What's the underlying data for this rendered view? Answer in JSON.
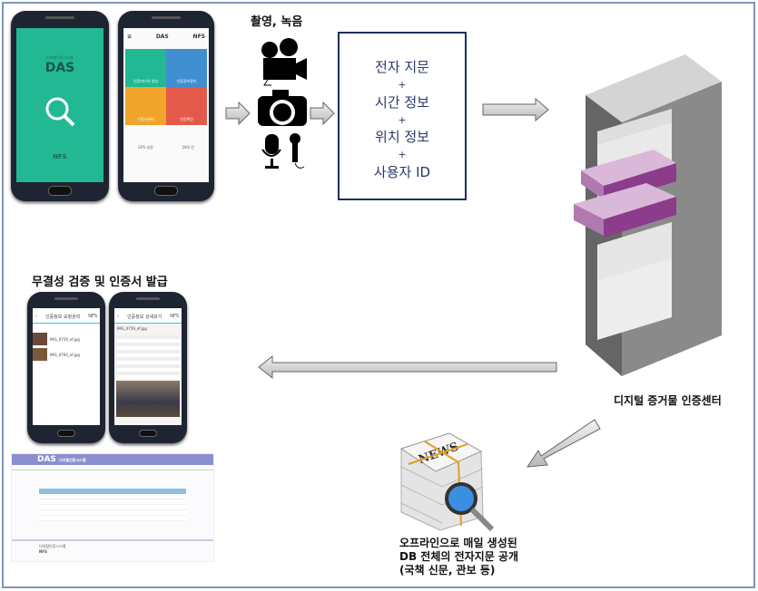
{
  "capture_label": "촬영, 녹음",
  "fingerprint_box": {
    "lines": [
      "전자 지문",
      "+",
      "시간 정보",
      "+",
      "위치 정보",
      "+",
      "사용자 ID"
    ]
  },
  "phone_splash": {
    "subtitle": "디지털인증시스템",
    "title": "DAS",
    "footer": "NFS"
  },
  "phone_menu": {
    "title": "DAS",
    "logo": "NFS",
    "tiles": [
      "인증미디어 생성",
      "인증정보관리",
      "인증서관리",
      "인증확인"
    ],
    "bottom": [
      "GPS 설정",
      "DAS 란"
    ]
  },
  "verify_label": "무결성 검증 및 인증서 발급",
  "phone_list": {
    "title": "인증정보 요청관리",
    "logo": "NFS",
    "files": [
      "IMG_0759_ef.jpg",
      "IMG_0760_ef.jpg"
    ]
  },
  "phone_detail": {
    "title": "인증정보 상세보기",
    "logo": "NFS",
    "file": "IMG_0759_ef.jpg"
  },
  "web": {
    "logo": "DAS",
    "name": "디지털인증시스템",
    "footer": "디지털인증시스템",
    "footer_logo": "NFS"
  },
  "center_label": "디지털 증거물 인증센터",
  "news_text": "NEWS",
  "publish_label": {
    "line1": "오프라인으로 매일 생성된",
    "line2": "DB 전체의 전자지문 공개",
    "line3": "(국책 신문, 관보 등)"
  },
  "colors": {
    "teal": "#22b894",
    "blue": "#3f8fd0",
    "orange": "#f0a52a",
    "red": "#e35a4a",
    "purple": "#9c5aa0",
    "web_header": "#8a8fd0"
  }
}
